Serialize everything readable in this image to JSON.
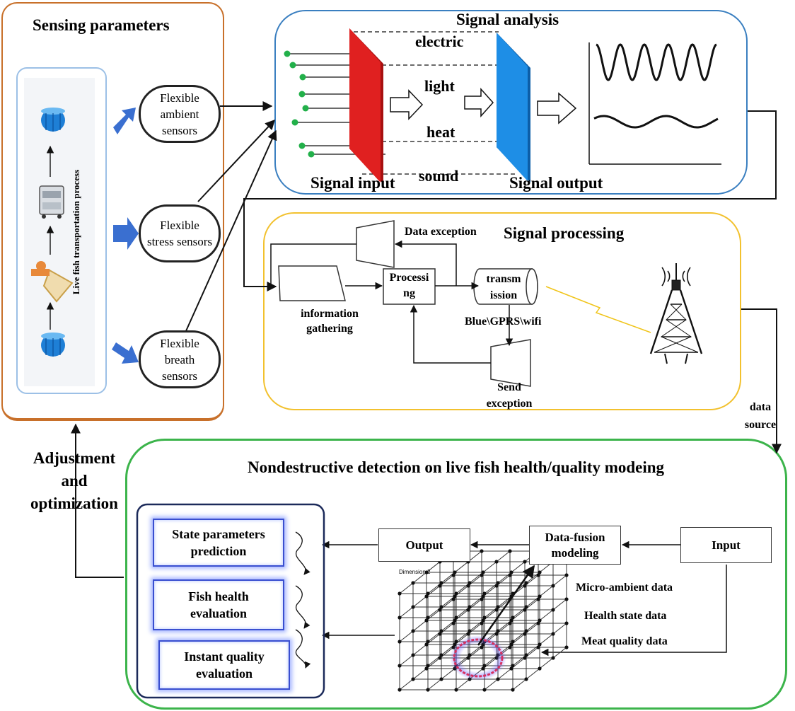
{
  "sensing": {
    "title": "Sensing parameters",
    "process_label": "Live fish transportation process",
    "sensors": [
      {
        "line1": "Flexible",
        "line2": "ambient",
        "line3": "sensors"
      },
      {
        "line1": "Flexible",
        "line2": "stress sensors"
      },
      {
        "line1": "Flexible",
        "line2": "breath",
        "line3": "sensors"
      }
    ]
  },
  "analysis": {
    "title": "Signal analysis",
    "signals": [
      "electric",
      "light",
      "heat",
      "sound"
    ],
    "input_label": "Signal input",
    "output_label": "Signal output"
  },
  "processing": {
    "title": "Signal processing",
    "data_exception": "Data exception",
    "info_line1": "information",
    "info_line2": "gathering",
    "processing_line1": "Processi",
    "processing_line2": "ng",
    "transmission_line1": "transm",
    "transmission_line2": "ission",
    "channels": "Blue\\GPRS\\wifi",
    "send_line1": "Send",
    "send_line2": "exception"
  },
  "data_source": {
    "line1": "data",
    "line2": "source"
  },
  "adjustment": {
    "line1": "Adjustment",
    "line2": "and",
    "line3": "optimization"
  },
  "detection": {
    "title": "Nondestructive detection on live fish health/quality modeing",
    "outputs": [
      {
        "line1": "State parameters",
        "line2": "prediction"
      },
      {
        "line1": "Fish health",
        "line2": "evaluation"
      },
      {
        "line1": "Instant quality",
        "line2": "evaluation"
      }
    ],
    "output_label": "Output",
    "fusion_line1": "Data-fusion",
    "fusion_line2": "modeling",
    "input_label": "Input",
    "data_types": [
      "Micro-ambient data",
      "Health state data",
      "Meat quality data"
    ],
    "dimension_label": "Dimension 2"
  },
  "colors": {
    "sensing_border": "#c8702a",
    "analysis_border": "#3a7fc0",
    "processing_border": "#f2c12e",
    "detection_border": "#3cb44b",
    "input_plate": "#e02020",
    "output_plate": "#1e8ee6",
    "arrow_blue": "#3a6fd0",
    "sensor_dot": "#22b04a"
  }
}
